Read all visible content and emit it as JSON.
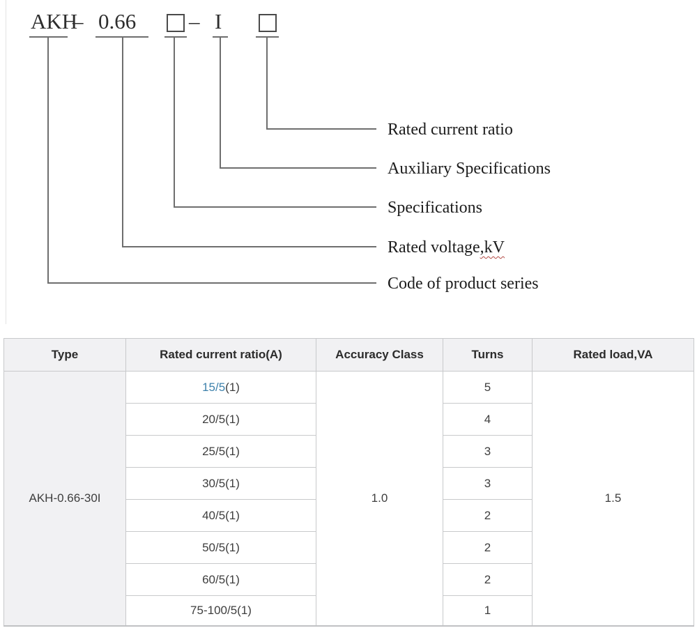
{
  "diagram": {
    "formula": {
      "code": "AKH",
      "dash1": "–",
      "voltage": "0.66",
      "dash2": "–",
      "aux": "I"
    },
    "labels": [
      {
        "text": "Rated current ratio"
      },
      {
        "text": "Auxiliary Specifications"
      },
      {
        "text": "Specifications"
      },
      {
        "text_main": "Rated voltage",
        "text_unit": ",kV"
      },
      {
        "text": "Code of product series"
      }
    ]
  },
  "table": {
    "headers": [
      "Type",
      "Rated current ratio(A)",
      "Accuracy Class",
      "Turns",
      "Rated load,VA"
    ],
    "type_value": "AKH-0.66-30I",
    "accuracy_class": "1.0",
    "rated_load": "1.5",
    "rows": [
      {
        "ratio_blue": "15/5",
        "ratio_rest": "(1)",
        "turns": "5"
      },
      {
        "ratio": "20/5(1)",
        "turns": "4"
      },
      {
        "ratio": "25/5(1)",
        "turns": "3"
      },
      {
        "ratio": "30/5(1)",
        "turns": "3"
      },
      {
        "ratio": "40/5(1)",
        "turns": "2"
      },
      {
        "ratio": "50/5(1)",
        "turns": "2"
      },
      {
        "ratio": "60/5(1)",
        "turns": "2"
      },
      {
        "ratio": "75-100/5(1)",
        "turns": "1"
      }
    ]
  },
  "colors": {
    "accent_blue": "#3d81ab",
    "wavy_underline_red": "#b34a44",
    "line_gray": "#6e6e6e",
    "header_bg": "#f1f1f3"
  }
}
